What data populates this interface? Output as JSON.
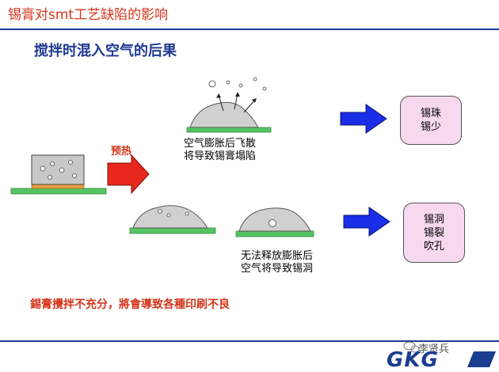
{
  "header": {
    "title": "锡膏对smt工艺缺陷的影响"
  },
  "heading": "搅拌时混入空气的后果",
  "preheat_label": "预热",
  "captions": {
    "top": "空气膨胀后飞散\n将导致锡膏塌陷",
    "bottom": "无法释放膨胀后\n空气将导致锡洞"
  },
  "results": {
    "top": "锡珠\n锡少",
    "bottom": "锡洞\n锡裂\n吹孔"
  },
  "note": "錫膏攪拌不充分，將會導致各種印刷不良",
  "footer": {
    "logo": "GKG",
    "watermark": "李贤兵"
  },
  "colors": {
    "accent_red": "#d4351c",
    "brand_blue": "#1b3d8f",
    "pad_green": "#55c463",
    "pad_orange": "#e8a040",
    "box_pink": "#f7d9ef"
  },
  "icons": [
    "right-arrow-icon",
    "wechat-icon"
  ]
}
